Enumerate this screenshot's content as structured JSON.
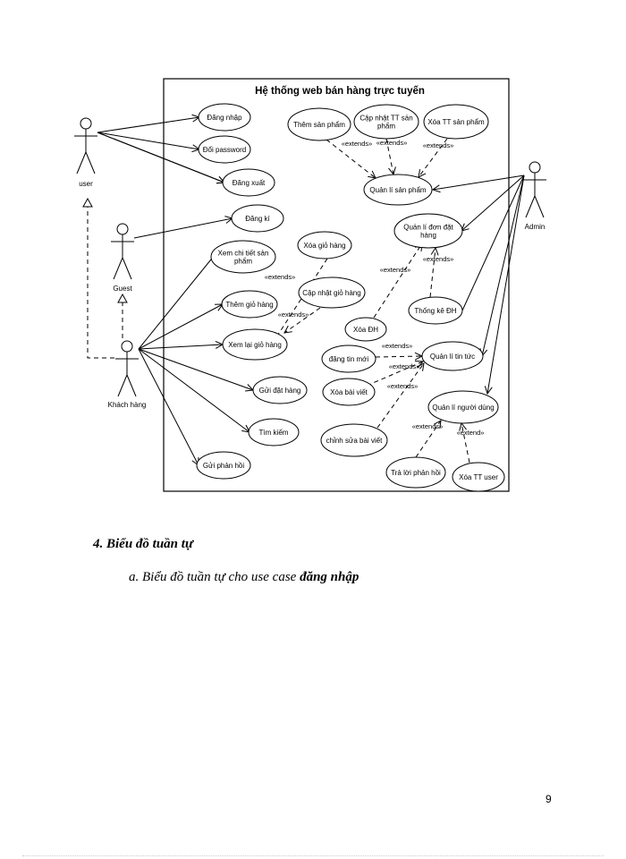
{
  "diagram": {
    "system_title": "Hệ thống web bán hàng trực tuyến",
    "actors": [
      {
        "id": "user",
        "label": "user"
      },
      {
        "id": "guest",
        "label": "Guest"
      },
      {
        "id": "khach",
        "label": "Khách hàng"
      },
      {
        "id": "admin",
        "label": "Admin"
      }
    ],
    "use_cases": [
      {
        "id": "dang-nhap",
        "lines": [
          "Đăng nhập"
        ]
      },
      {
        "id": "doi-password",
        "lines": [
          "Đổi password"
        ]
      },
      {
        "id": "dang-xuat",
        "lines": [
          "Đăng xuất"
        ]
      },
      {
        "id": "dang-ki",
        "lines": [
          "Đăng kí"
        ]
      },
      {
        "id": "xem-chi-tiet",
        "lines": [
          "Xem chi tiết sản",
          "phẩm"
        ]
      },
      {
        "id": "them-gio-hang",
        "lines": [
          "Thêm giỏ hàng"
        ]
      },
      {
        "id": "xem-lai-gio-hang",
        "lines": [
          "Xem lại giỏ hàng"
        ]
      },
      {
        "id": "gui-dat-hang",
        "lines": [
          "Gửi đặt hàng"
        ]
      },
      {
        "id": "tim-kiem",
        "lines": [
          "Tìm kiếm"
        ]
      },
      {
        "id": "gui-phan-hoi",
        "lines": [
          "Gửi phản hồi"
        ]
      },
      {
        "id": "xoa-gio-hang",
        "lines": [
          "Xóa giỏ hàng"
        ]
      },
      {
        "id": "cap-nhat-gio-hang",
        "lines": [
          "Cập nhật giỏ hàng"
        ]
      },
      {
        "id": "them-san-pham",
        "lines": [
          "Thêm sản phẩm"
        ]
      },
      {
        "id": "cap-nhat-tt-sp",
        "lines": [
          "Cập nhật TT sản",
          "phẩm"
        ]
      },
      {
        "id": "xoa-tt-sp",
        "lines": [
          "Xóa TT sản phẩm"
        ]
      },
      {
        "id": "quan-li-san-pham",
        "lines": [
          "Quản lí sản phẩm"
        ]
      },
      {
        "id": "quan-li-don-dat-hang",
        "lines": [
          "Quản lí đơn đặt",
          "hàng"
        ]
      },
      {
        "id": "thong-ke-dh",
        "lines": [
          "Thống kê ĐH"
        ]
      },
      {
        "id": "xoa-dh",
        "lines": [
          "Xóa ĐH"
        ]
      },
      {
        "id": "dang-tin-moi",
        "lines": [
          "đăng tin mới"
        ]
      },
      {
        "id": "quan-li-tin-tuc",
        "lines": [
          "Quản lí tin tức"
        ]
      },
      {
        "id": "xoa-bai-viet",
        "lines": [
          "Xóa bài viết"
        ]
      },
      {
        "id": "quan-li-nguoi-dung",
        "lines": [
          "Quản lí người dùng"
        ]
      },
      {
        "id": "chinh-sua-bai-viet",
        "lines": [
          "chỉnh sửa bài viết"
        ]
      },
      {
        "id": "tra-loi-phan-hoi",
        "lines": [
          "Trả lời phản hồi"
        ]
      },
      {
        "id": "xoa-tt-user",
        "lines": [
          "Xóa TT user"
        ]
      }
    ],
    "extends_label": "«extends»",
    "extends_label_alt": "«extend»"
  },
  "doc": {
    "heading_number": "4.",
    "heading_text": "Biểu đồ tuần tự",
    "sub_letter": "a.",
    "sub_text": "Biểu đồ tuần tự cho use case",
    "sub_emphasis": "đăng nhập",
    "page_number": "9"
  }
}
